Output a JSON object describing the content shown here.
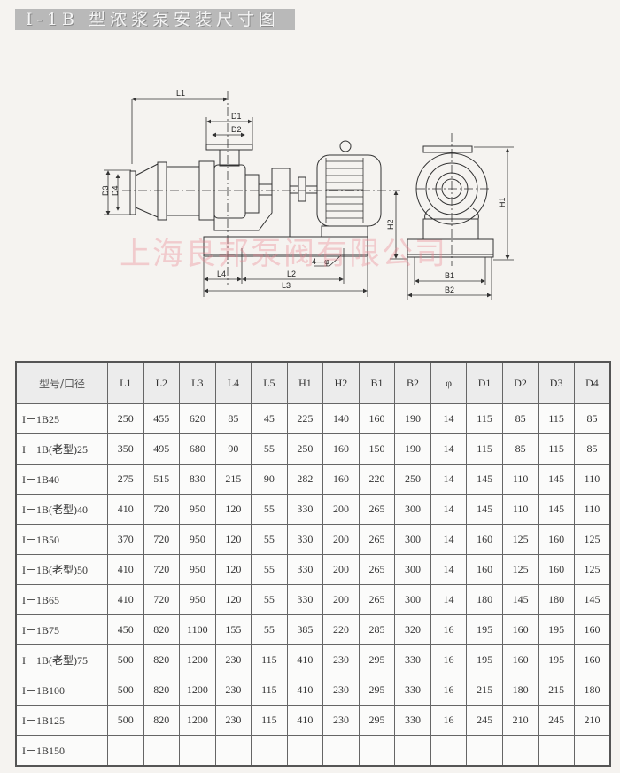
{
  "title": "I-1B 型浓浆泵安装尺寸图",
  "watermark": "上海良邦泵阀有限公司",
  "drawing_labels": {
    "L1": "L1",
    "L2": "L2",
    "L3": "L3",
    "L4": "L4",
    "D1": "D1",
    "D2": "D2",
    "D3": "D3",
    "D4": "D4",
    "H1": "H1",
    "H2": "H2",
    "B1": "B1",
    "B2": "B2",
    "bolt_holes": "4—φ"
  },
  "table": {
    "headers": [
      "型号/口径",
      "L1",
      "L2",
      "L3",
      "L4",
      "L5",
      "H1",
      "H2",
      "B1",
      "B2",
      "φ",
      "D1",
      "D2",
      "D3",
      "D4"
    ],
    "rows": [
      [
        "I－1B25",
        "250",
        "455",
        "620",
        "85",
        "45",
        "225",
        "140",
        "160",
        "190",
        "14",
        "115",
        "85",
        "115",
        "85"
      ],
      [
        "I－1B(老型)25",
        "350",
        "495",
        "680",
        "90",
        "55",
        "250",
        "160",
        "150",
        "190",
        "14",
        "115",
        "85",
        "115",
        "85"
      ],
      [
        "I－1B40",
        "275",
        "515",
        "830",
        "215",
        "90",
        "282",
        "160",
        "220",
        "250",
        "14",
        "145",
        "110",
        "145",
        "110"
      ],
      [
        "I－1B(老型)40",
        "410",
        "720",
        "950",
        "120",
        "55",
        "330",
        "200",
        "265",
        "300",
        "14",
        "145",
        "110",
        "145",
        "110"
      ],
      [
        "I－1B50",
        "370",
        "720",
        "950",
        "120",
        "55",
        "330",
        "200",
        "265",
        "300",
        "14",
        "160",
        "125",
        "160",
        "125"
      ],
      [
        "I－1B(老型)50",
        "410",
        "720",
        "950",
        "120",
        "55",
        "330",
        "200",
        "265",
        "300",
        "14",
        "160",
        "125",
        "160",
        "125"
      ],
      [
        "I－1B65",
        "410",
        "720",
        "950",
        "120",
        "55",
        "330",
        "200",
        "265",
        "300",
        "14",
        "180",
        "145",
        "180",
        "145"
      ],
      [
        "I－1B75",
        "450",
        "820",
        "1100",
        "155",
        "55",
        "385",
        "220",
        "285",
        "320",
        "16",
        "195",
        "160",
        "195",
        "160"
      ],
      [
        "I－1B(老型)75",
        "500",
        "820",
        "1200",
        "230",
        "115",
        "410",
        "230",
        "295",
        "330",
        "16",
        "195",
        "160",
        "195",
        "160"
      ],
      [
        "I－1B100",
        "500",
        "820",
        "1200",
        "230",
        "115",
        "410",
        "230",
        "295",
        "330",
        "16",
        "215",
        "180",
        "215",
        "180"
      ],
      [
        "I－1B125",
        "500",
        "820",
        "1200",
        "230",
        "115",
        "410",
        "230",
        "295",
        "330",
        "16",
        "245",
        "210",
        "245",
        "210"
      ],
      [
        "I－1B150",
        "",
        "",
        "",
        "",
        "",
        "",
        "",
        "",
        "",
        "",
        "",
        "",
        "",
        ""
      ]
    ]
  }
}
